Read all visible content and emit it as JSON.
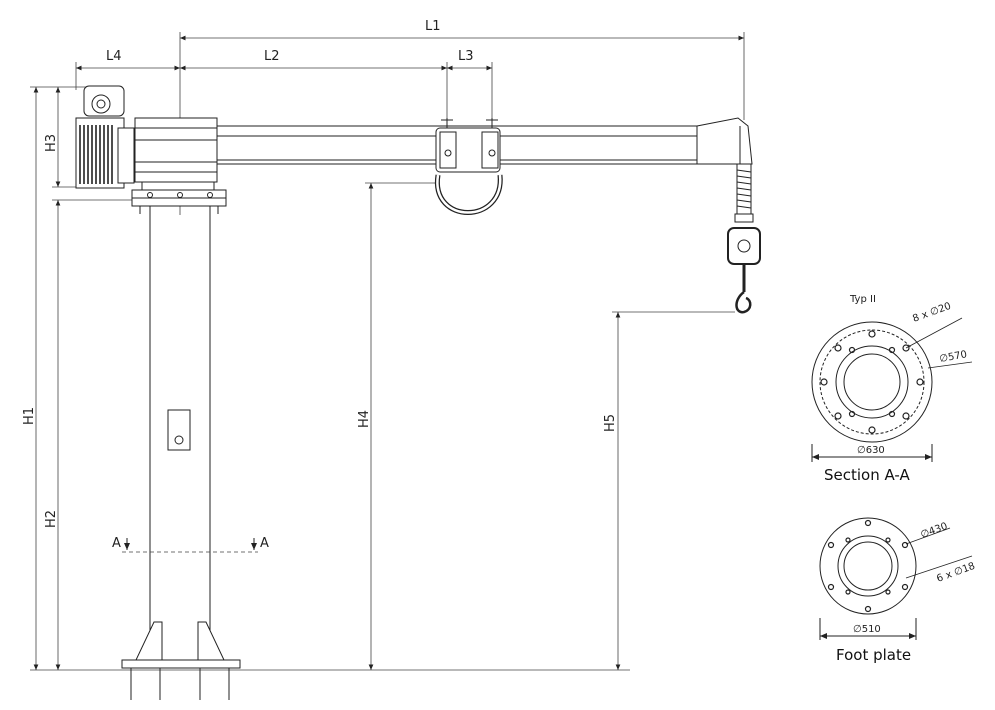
{
  "dimensions": {
    "L1": "L1",
    "L2": "L2",
    "L3": "L3",
    "L4": "L4",
    "H1": "H1",
    "H2": "H2",
    "H3": "H3",
    "H4": "H4",
    "H5": "H5"
  },
  "section_marker": "A",
  "section_view": {
    "type_label": "Typ II",
    "holes_label": "8 x ∅20",
    "bolt_circle_label": "∅570",
    "outer_diameter_label": "∅630",
    "caption": "Section A-A"
  },
  "foot_plate_view": {
    "bolt_circle_label": "∅430",
    "holes_label": "6 x ∅18",
    "outer_diameter_label": "∅510",
    "caption": "Foot plate"
  }
}
